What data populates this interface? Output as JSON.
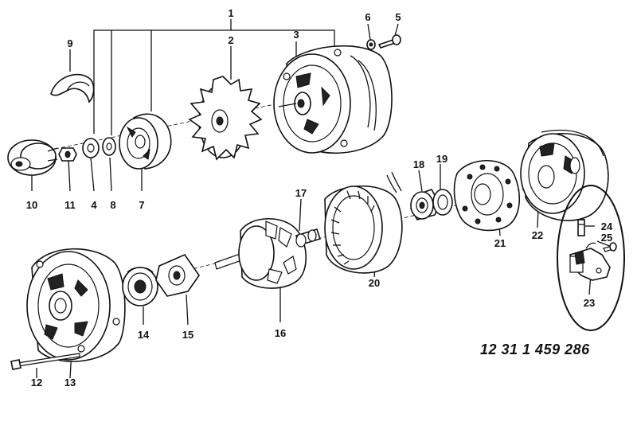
{
  "part_number": "12 31 1 459 286",
  "callouts": {
    "c1": "1",
    "c2": "2",
    "c3": "3",
    "c4": "4",
    "c5": "5",
    "c6": "6",
    "c7": "7",
    "c8": "8",
    "c9": "9",
    "c10": "10",
    "c11": "11",
    "c12": "12",
    "c13": "13",
    "c14": "14",
    "c15": "15",
    "c16": "16",
    "c17": "17",
    "c18": "18",
    "c19": "19",
    "c20": "20",
    "c21": "21",
    "c22": "22",
    "c23": "23",
    "c24": "24",
    "c25": "25"
  }
}
